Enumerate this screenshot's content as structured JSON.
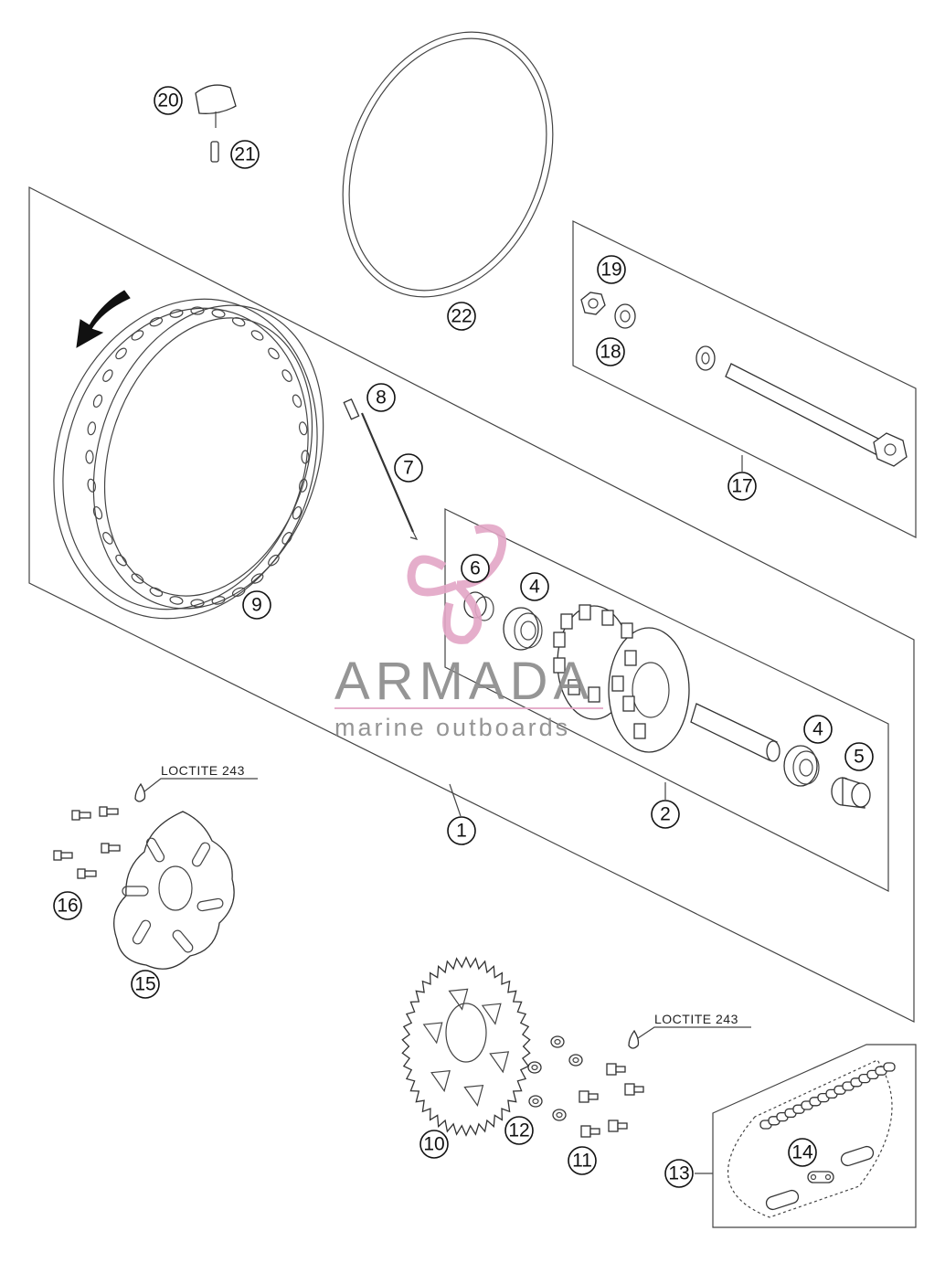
{
  "callouts": [
    {
      "id": "c1",
      "label": "1"
    },
    {
      "id": "c2",
      "label": "2"
    },
    {
      "id": "c4a",
      "label": "4"
    },
    {
      "id": "c4b",
      "label": "4"
    },
    {
      "id": "c5",
      "label": "5"
    },
    {
      "id": "c6",
      "label": "6"
    },
    {
      "id": "c7",
      "label": "7"
    },
    {
      "id": "c8",
      "label": "8"
    },
    {
      "id": "c9",
      "label": "9"
    },
    {
      "id": "c10",
      "label": "10"
    },
    {
      "id": "c11",
      "label": "11"
    },
    {
      "id": "c12",
      "label": "12"
    },
    {
      "id": "c13",
      "label": "13"
    },
    {
      "id": "c14",
      "label": "14"
    },
    {
      "id": "c15",
      "label": "15"
    },
    {
      "id": "c16",
      "label": "16"
    },
    {
      "id": "c17",
      "label": "17"
    },
    {
      "id": "c18",
      "label": "18"
    },
    {
      "id": "c19",
      "label": "19"
    },
    {
      "id": "c20",
      "label": "20"
    },
    {
      "id": "c21",
      "label": "21"
    },
    {
      "id": "c22",
      "label": "22"
    }
  ],
  "notes": {
    "loctite_disc": "LOCTITE 243",
    "loctite_sprocket": "LOCTITE 243"
  },
  "watermark": {
    "title": "ARMADA",
    "subtitle": "marine outboards",
    "color": "#8a8a8a",
    "logo_color": "#e3a6c6"
  }
}
